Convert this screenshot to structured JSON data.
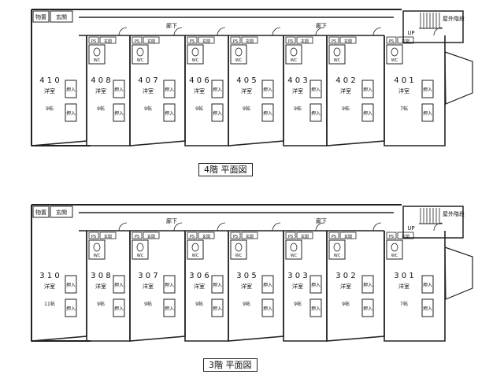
{
  "floors": [
    {
      "id": "4f",
      "caption": "4階 平面図",
      "corridor_label": "廊下",
      "up_label": "UP",
      "stair_label": "屋外階段",
      "storage_label": "物置",
      "genkan_label": "玄関",
      "ps_label": "PS",
      "wc_label": "WC",
      "closet_label": "押入",
      "units": [
        {
          "no": "410",
          "room": "洋室",
          "size": "9帖"
        },
        {
          "no": "408",
          "room": "洋室",
          "size": "9帖"
        },
        {
          "no": "407",
          "room": "洋室",
          "size": "9帖"
        },
        {
          "no": "406",
          "room": "洋室",
          "size": "9帖"
        },
        {
          "no": "405",
          "room": "洋室",
          "size": "9帖"
        },
        {
          "no": "403",
          "room": "洋室",
          "size": "9帖"
        },
        {
          "no": "402",
          "room": "洋室",
          "size": "9帖"
        },
        {
          "no": "401",
          "room": "洋室",
          "size": "7帖"
        }
      ]
    },
    {
      "id": "3f",
      "caption": "3階 平面図",
      "corridor_label": "廊下",
      "up_label": "UP",
      "stair_label": "屋外階段",
      "storage_label": "物置",
      "genkan_label": "玄関",
      "ps_label": "PS",
      "wc_label": "WC",
      "closet_label": "押入",
      "units": [
        {
          "no": "310",
          "room": "洋室",
          "size": "11帖"
        },
        {
          "no": "308",
          "room": "洋室",
          "size": "9帖"
        },
        {
          "no": "307",
          "room": "洋室",
          "size": "9帖"
        },
        {
          "no": "306",
          "room": "洋室",
          "size": "9帖"
        },
        {
          "no": "305",
          "room": "洋室",
          "size": "9帖"
        },
        {
          "no": "303",
          "room": "洋室",
          "size": "9帖"
        },
        {
          "no": "302",
          "room": "洋室",
          "size": "9帖"
        },
        {
          "no": "301",
          "room": "洋室",
          "size": "7帖"
        }
      ]
    }
  ]
}
